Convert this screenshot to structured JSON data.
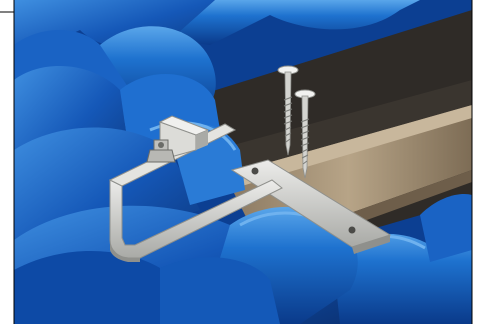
{
  "scene": {
    "subject": "roof-hook-installation",
    "colors": {
      "tile_dark": "#0a3a8a",
      "tile_mid": "#1565c0",
      "tile_light": "#4a9be6",
      "batten_dark": "#2f2b27",
      "rafter": "#9c8a70",
      "rafter_light": "#c8b79c",
      "metal": "#d4d4d0",
      "metal_shadow": "#8f908c"
    },
    "components": [
      "roof-tiles",
      "rafter",
      "roof-hook",
      "wood-screw",
      "wood-screw"
    ]
  }
}
